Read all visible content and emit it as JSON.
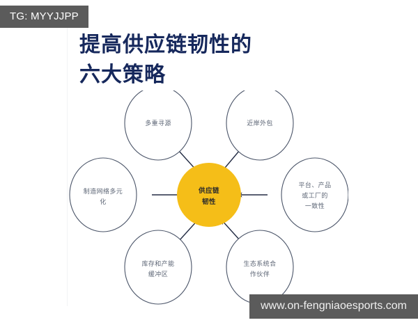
{
  "overlay": {
    "channel_tag": "TG: MYYJJPP",
    "watermark": "www.on-fengniaoesports.com",
    "tag_bg": "#5b5b5b"
  },
  "headline": {
    "text": "提高供应链韧性的\n六大策略",
    "line1": "提高供应链韧性的",
    "line2": "六大策略",
    "color": "#16285c"
  },
  "diagram": {
    "type": "hub-and-spoke",
    "center": {
      "label_line1": "供应链",
      "label_line2": "韧性",
      "fill": "#f5be18",
      "text_color": "#2b2b2b"
    },
    "node_stroke": "#4a5468",
    "node_text_color": "#5c6575",
    "arrow_color": "#232c44",
    "nodes": [
      {
        "id": "multi-sourcing",
        "position": "top-left",
        "lines": [
          "多重寻源"
        ]
      },
      {
        "id": "nearshoring",
        "position": "top-right",
        "lines": [
          "近岸外包"
        ]
      },
      {
        "id": "manufacturing-network-diversification",
        "position": "left",
        "lines": [
          "制造网络多元",
          "化"
        ]
      },
      {
        "id": "platform-product-factory-consistency",
        "position": "right",
        "lines": [
          "平台、产品",
          "或工厂的",
          "一致性"
        ]
      },
      {
        "id": "inventory-capacity-buffer",
        "position": "bottom-left",
        "lines": [
          "库存和产能",
          "缓冲区"
        ]
      },
      {
        "id": "ecosystem-partners",
        "position": "bottom-right",
        "lines": [
          "生态系统合",
          "作伙伴"
        ]
      }
    ]
  }
}
